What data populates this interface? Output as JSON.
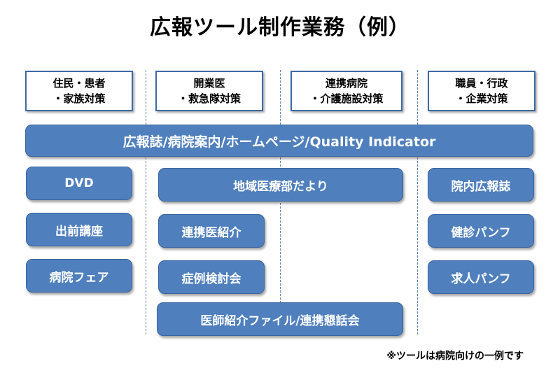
{
  "title": "広報ツール制作業務（例）",
  "columns": [
    {
      "line1": "住民・患者",
      "line2": "・家族対策"
    },
    {
      "line1": "開業医",
      "line2": "・救急隊対策"
    },
    {
      "line1": "連携病院",
      "line2": "・介護施設対策"
    },
    {
      "line1": "職員・行政",
      "line2": "・企業対策"
    }
  ],
  "banner": "広報誌/病院案内/ホームページ/Quality Indicator",
  "col1_items": [
    "DVD",
    "出前講座",
    "病院フェア"
  ],
  "col2_wide": "地域医療部だより",
  "col2_items": [
    "連携医紹介",
    "症例検討会"
  ],
  "col2_bottom": "医師紹介ファイル/連携懇話会",
  "col4_items": [
    "院内広報誌",
    "健診パンフ",
    "求人パンフ"
  ],
  "footnote": "※ツールは病院向けの一例です"
}
